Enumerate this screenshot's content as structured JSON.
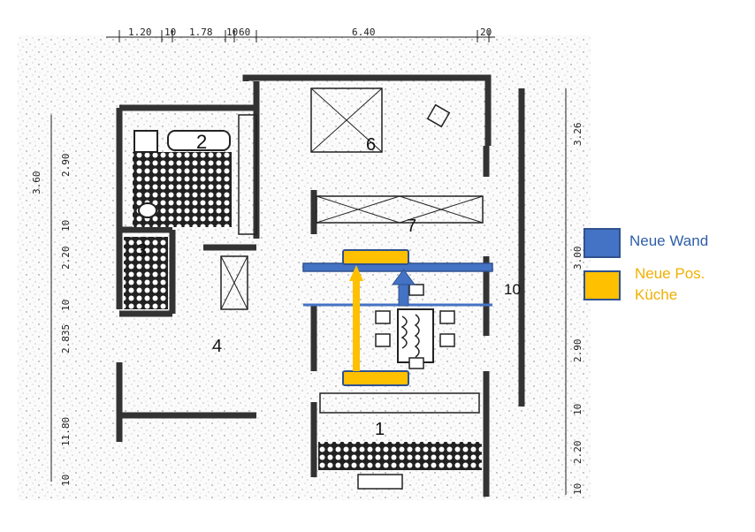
{
  "dimensions": {
    "top": [
      "1.20",
      "10",
      "1.78",
      "10",
      "60",
      "6.40",
      "20"
    ],
    "left": [
      "3.60",
      "2.90",
      "10",
      "2.20",
      "10",
      "2.835",
      "11.80",
      "10"
    ],
    "right": [
      "3.26",
      "3.00",
      "2.90",
      "10",
      "2.20",
      "10"
    ]
  },
  "rooms": [
    "2",
    "3",
    "4",
    "6",
    "7",
    "10",
    "1"
  ],
  "legend": {
    "wall": {
      "label": "Neue Wand",
      "color": "#4472c4",
      "border": "#2f528f",
      "text_color": "#2e5fa8"
    },
    "kitchen": {
      "label_line1": "Neue Pos.",
      "label_line2": "Küche",
      "color": "#ffc000",
      "border": "#2f528f",
      "text_color": "#f0b000"
    }
  },
  "colors": {
    "wall": "#4472c4",
    "kitchen": "#ffc000",
    "outline": "#2f528f",
    "walls_plan": "#333333"
  }
}
